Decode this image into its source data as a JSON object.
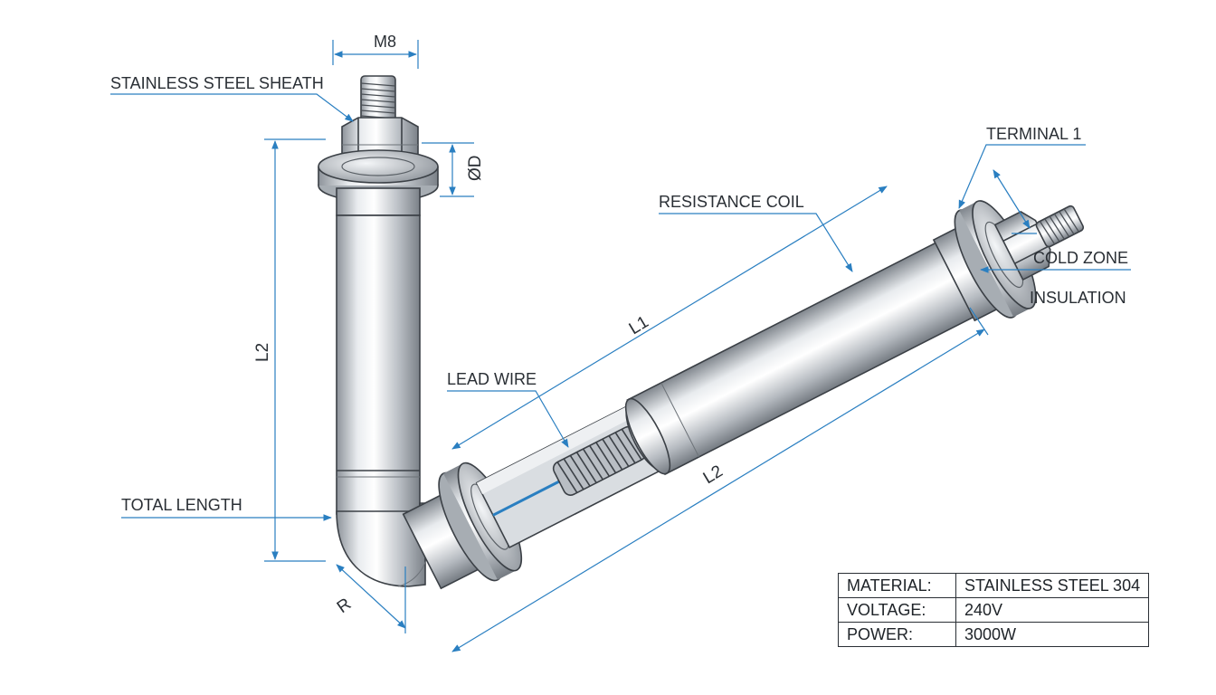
{
  "labels": {
    "sheath": "STAINLESS STEEL SHEATH",
    "thread": "M8",
    "diameter": "ØD",
    "resistance_coil": "RESISTANCE COIL",
    "terminal": "TERMINAL 1",
    "cold_zone": "COLD ZONE",
    "insulation": "INSULATION",
    "lead_wire": "LEAD WIRE",
    "total_length": "TOTAL LENGTH",
    "l1": "L1",
    "l2_vertical": "L2",
    "l2_horizontal": "L2",
    "radius": "R"
  },
  "spec_table": [
    {
      "key": "MATERIAL:",
      "value": "STAINLESS STEEL 304"
    },
    {
      "key": "VOLTAGE:",
      "value": "240V"
    },
    {
      "key": "POWER:",
      "value": "3000W"
    }
  ],
  "colors": {
    "dimension_line": "#2a7fc1",
    "outline": "#3b4046",
    "metal_light": "#f3f5f7",
    "metal_dark": "#8a9097"
  }
}
